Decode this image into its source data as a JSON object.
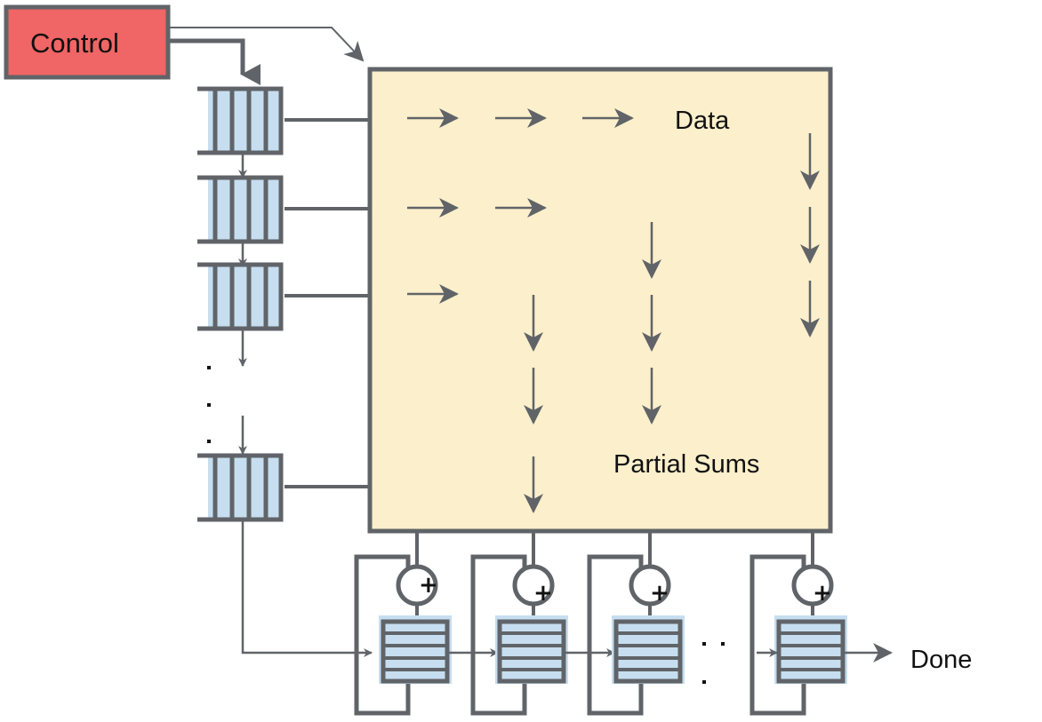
{
  "diagram": {
    "control_label": "Control",
    "data_label": "Data",
    "partial_sums_label": "Partial Sums",
    "done_label": "Done",
    "adder_symbol": "+",
    "input_fifo_count_shown": 4,
    "accumulator_count_shown": 4,
    "colors": {
      "control_fill": "#f06565",
      "array_fill": "#fcefcb",
      "fifo_fill": "#c6def0",
      "stroke": "#606468"
    }
  }
}
